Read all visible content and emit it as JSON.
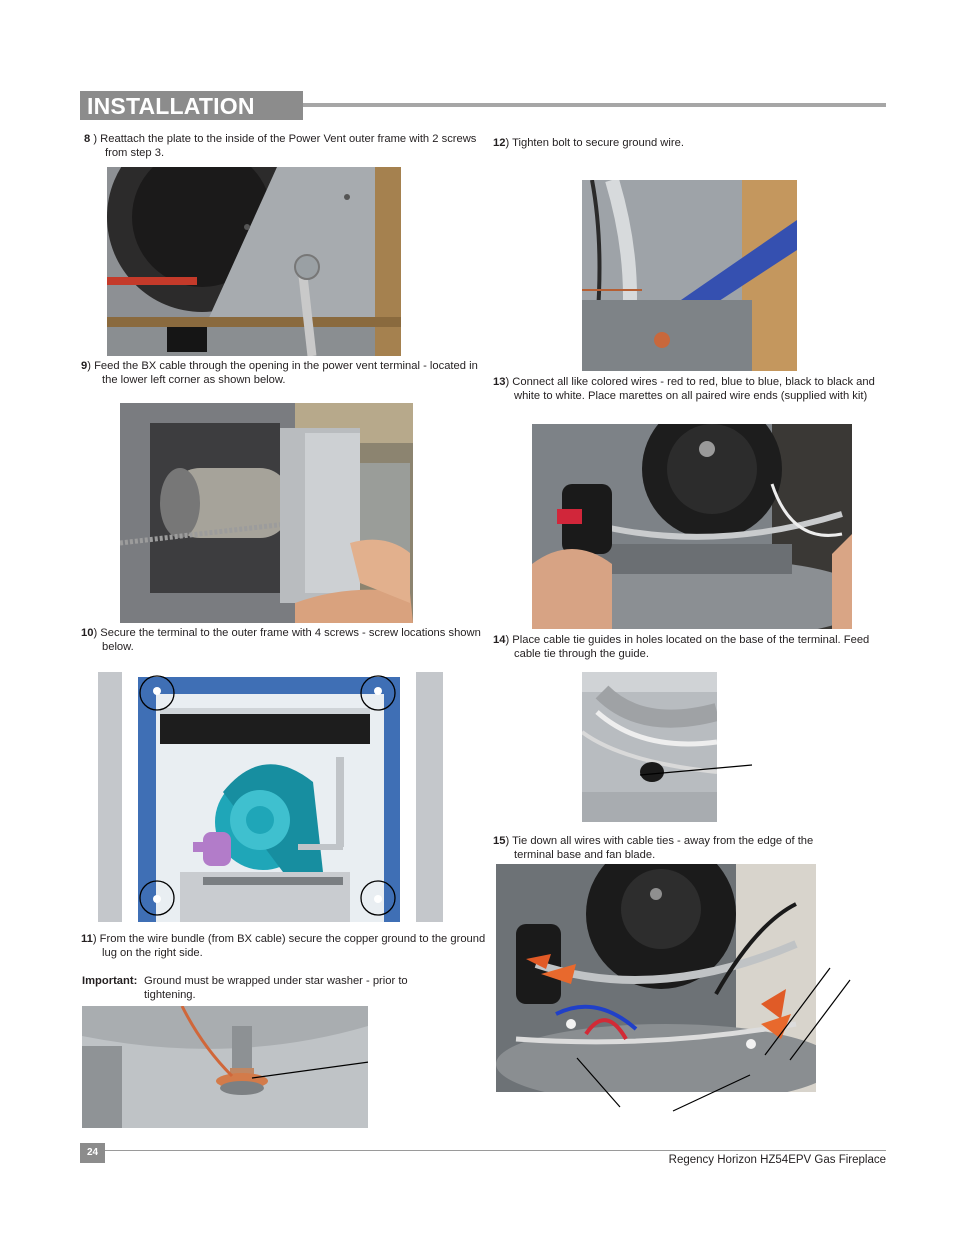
{
  "header": {
    "section_title": "INSTALLATION"
  },
  "steps": {
    "s8": {
      "num": "8",
      "text": " ) Reattach the plate to the inside of the Power Vent outer frame with 2 screws from step 3."
    },
    "s9": {
      "num": "9",
      "text": ") Feed the BX cable through the opening in the power vent terminal - located in the lower left corner as shown below."
    },
    "s10": {
      "num": "10",
      "text": ") Secure the terminal to the outer frame with 4 screws - screw locations shown below."
    },
    "s11": {
      "num": "11",
      "text": ") From the wire bundle (from BX cable) secure the copper ground to the ground lug on the right side."
    },
    "important": {
      "label": "Important:",
      "text": "Ground must be wrapped under star washer - prior to tightening."
    },
    "s12": {
      "num": "12",
      "text": ") Tighten bolt to secure ground wire."
    },
    "s13": {
      "num": "13",
      "text": ") Connect all like colored wires - red to red, blue to blue, black to black and white to white.  Place marettes on all paired wire ends (supplied with kit)"
    },
    "s14": {
      "num": "14",
      "text": ") Place cable tie guides in holes located on the base of the terminal. Feed cable tie through the guide."
    },
    "s15": {
      "num": "15",
      "text": ")  Tie down all wires with cable ties - away from the edge of the terminal base and fan blade."
    }
  },
  "footer": {
    "page_number": "24",
    "doc_title": "Regency Horizon HZ54EPV Gas Fireplace"
  },
  "colors": {
    "header_tab": "#8c8c8c",
    "frame_blue": "#3f6fb5",
    "fan_teal": "#1fa6b8",
    "pressure_switch": "#b27cc9"
  }
}
